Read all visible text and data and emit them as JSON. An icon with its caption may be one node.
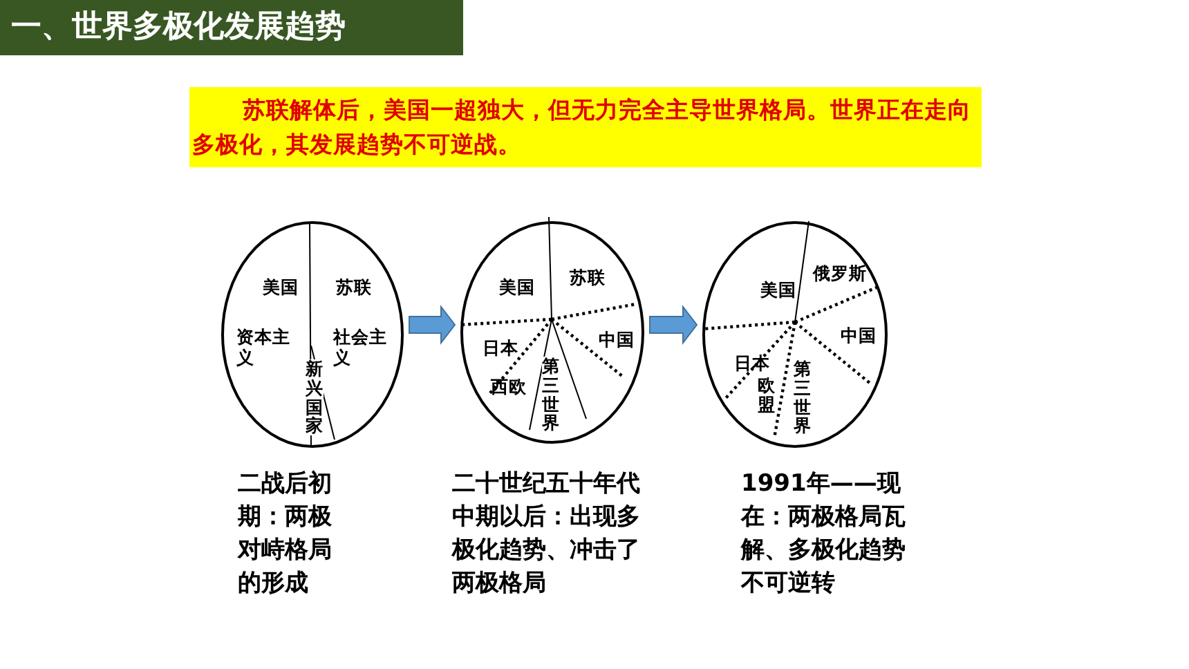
{
  "diagram": {
    "title": "一、世界多极化发展趋势",
    "nodes": [
      {
        "text": [
          "苏联解体后，美国一超独大，但无力完全主导世界格局。世界正在走向多极化，其发展趋势不可逆战。"
        ]
      },
      {
        "text": [
          "美国",
          "苏联",
          "资本主义",
          "社会主义",
          "新兴国家"
        ],
        "beside": [
          "二战后初期：两极对峙格局的形成"
        ]
      },
      {
        "text": [
          "美国",
          "苏联",
          "日本",
          "中国",
          "西欧",
          "第三世界"
        ],
        "beside": [
          "二十世纪五十年代中期以后：出现多极化趋势、冲击了两极格局"
        ]
      },
      {
        "text": [
          "美国",
          "俄罗斯",
          "中国",
          "日本",
          "欧盟",
          "第三世界"
        ],
        "beside": [
          "1991年——现在：两极格局瓦解、多极化趋势不可逆转"
        ]
      }
    ],
    "edges": [
      {
        "from": 1,
        "to": 2,
        "arrow": "to"
      },
      {
        "from": 2,
        "to": 3,
        "arrow": "to"
      }
    ]
  }
}
